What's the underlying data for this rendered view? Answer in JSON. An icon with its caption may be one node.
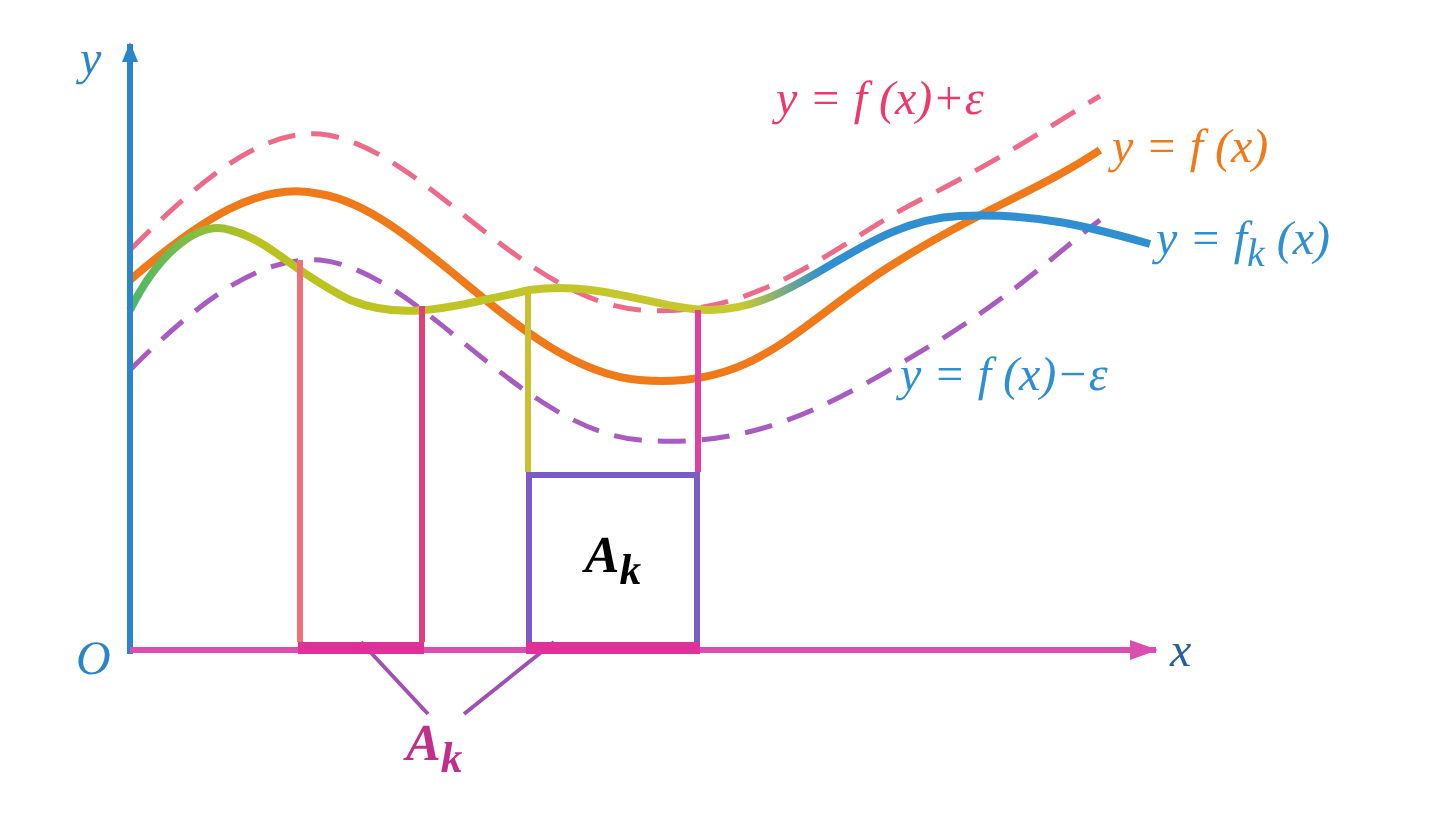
{
  "diagram": {
    "nodes": [
      {
        "text": [
          "A$_{k}$"
        ]
      },
      {
        "text": [],
        "shape": "bar"
      },
      {
        "text": [],
        "shape": "bar"
      },
      {
        "text": [
          "A$_{k}$"
        ]
      }
    ],
    "edges": [
      {
        "from": 3,
        "to": 1,
        "arrow": "none"
      },
      {
        "from": 3,
        "to": 2,
        "arrow": "none"
      }
    ],
    "labels": [
      "y",
      "y = f (x)+ε",
      "y = f (x)",
      "y = f$_{k}$ (x)",
      "y = f (x)−ε",
      "O",
      "x"
    ]
  }
}
